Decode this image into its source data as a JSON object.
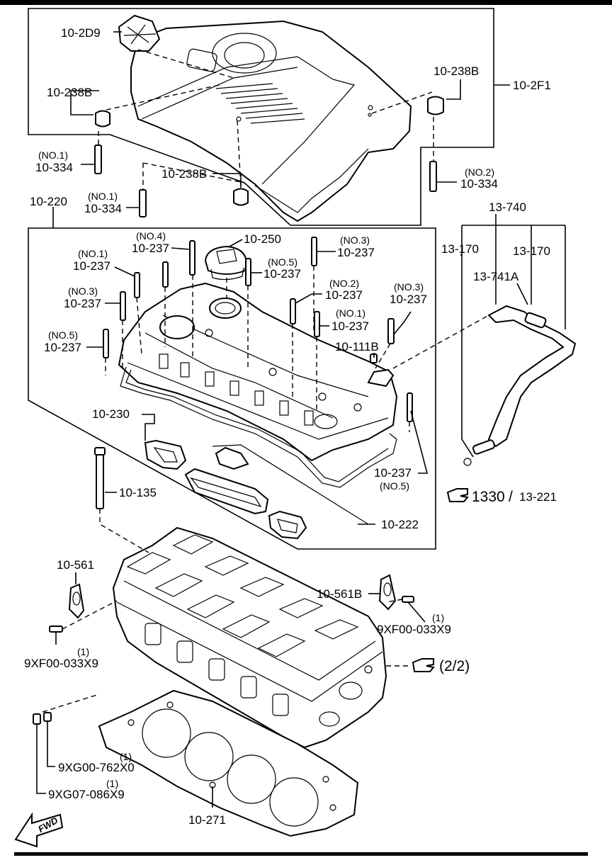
{
  "labels": {
    "l_10_2D9": "10-2D9",
    "l_10_238B_a": "10-238B",
    "l_10_238B_b": "10-238B",
    "l_10_238B_c": "10-238B",
    "l_10_2F1": "10-2F1",
    "l_no1_a": "(NO.1)",
    "l_10_334_a": "10-334",
    "l_no1_b": "(NO.1)",
    "l_10_334_b": "10-334",
    "l_no2_a": "(NO.2)",
    "l_10_334_c": "10-334",
    "l_10_220": "10-220",
    "l_13_740": "13-740",
    "l_no4": "(NO.4)",
    "l_10_237_no4": "10-237",
    "l_10_250": "10-250",
    "l_no3_a": "(NO.3)",
    "l_10_237_no3a": "10-237",
    "l_13_170_a": "13-170",
    "l_13_170_b": "13-170",
    "l_no1_c": "(NO.1)",
    "l_10_237_no1a": "10-237",
    "l_no5_a": "(NO.5)",
    "l_10_237_no5a": "10-237",
    "l_13_741A": "13-741A",
    "l_no3_b": "(NO.3)",
    "l_10_237_no3b": "10-237",
    "l_no2_b": "(NO.2)",
    "l_10_237_no2": "10-237",
    "l_no3_c": "(NO.3)",
    "l_10_237_no3c": "10-237",
    "l_no1_d": "(NO.1)",
    "l_10_237_no1b": "10-237",
    "l_no5_b": "(NO.5)",
    "l_10_237_no5b": "10-237",
    "l_10_111B": "10-111B",
    "l_10_230": "10-230",
    "l_10_237_no5c": "10-237",
    "l_no5_c": "(NO.5)",
    "l_10_135": "10-135",
    "l_1330": "1330",
    "l_slash": "/",
    "l_13_221": "13-221",
    "l_10_222": "10-222",
    "l_10_561": "10-561",
    "l_10_561B": "10-561B",
    "l_qty1_a": "(1)",
    "l_9XF00_a": "9XF00-033X9",
    "l_qty1_b": "(1)",
    "l_9XF00_b": "9XF00-033X9",
    "l_2_2": "(2/2)",
    "l_qty1_c": "(1)",
    "l_9XG00": "9XG00-762X0",
    "l_qty1_d": "(1)",
    "l_9XG07": "9XG07-086X9",
    "l_10_271": "10-271",
    "l_fwd": "FWD"
  },
  "icons": [
    "pointing-hand-icon",
    "fwd-arrow-icon"
  ]
}
